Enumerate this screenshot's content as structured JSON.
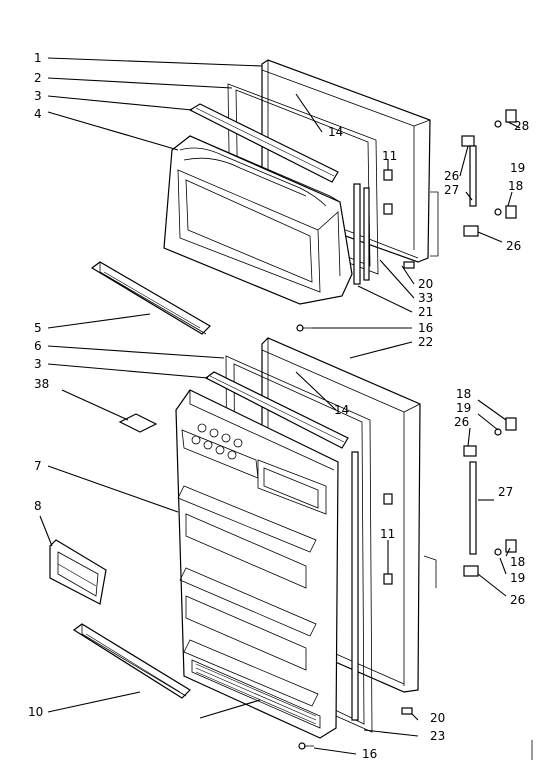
{
  "diagram": {
    "callouts": {
      "c1": "1",
      "c2": "2",
      "c3a": "3",
      "c4": "4",
      "c5": "5",
      "c6": "6",
      "c3b": "3",
      "c38": "38",
      "c7": "7",
      "c8": "8",
      "c10": "10",
      "c14a": "14",
      "c11a": "11",
      "c20a": "20",
      "c33": "33",
      "c21": "21",
      "c16a": "16",
      "c22": "22",
      "c14b": "14",
      "c11b": "11",
      "c20b": "20",
      "c23": "23",
      "c16b": "16",
      "c28": "28",
      "c19a": "19",
      "c26a": "26",
      "c27a": "27",
      "c18a": "18",
      "c26b": "26",
      "c18b": "18",
      "c19b": "19",
      "c26c": "26",
      "c27b": "27",
      "c18c": "18",
      "c19c": "19",
      "c26d": "26"
    }
  }
}
